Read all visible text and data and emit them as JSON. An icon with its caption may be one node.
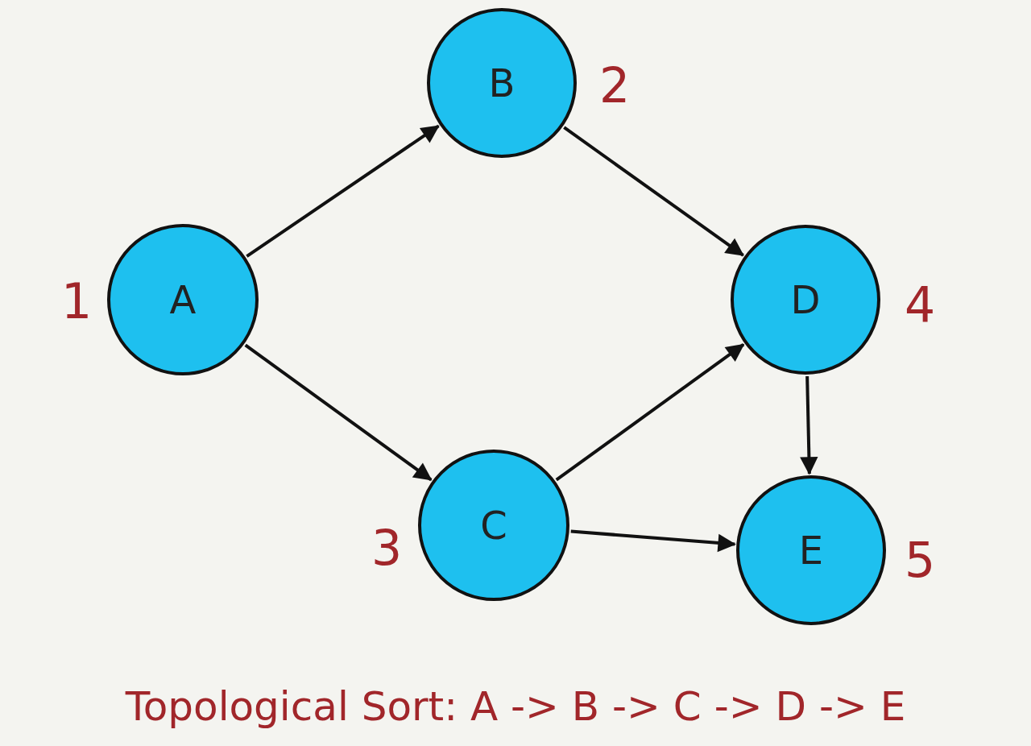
{
  "diagram": {
    "caption": "Topological Sort: A -> B -> C -> D -> E",
    "nodes": [
      {
        "text": [
          "A"
        ],
        "beside": [
          "1"
        ]
      },
      {
        "text": [
          "B"
        ],
        "beside": [
          "2"
        ]
      },
      {
        "text": [
          "C"
        ],
        "beside": [
          "3"
        ]
      },
      {
        "text": [
          "D"
        ],
        "beside": [
          "4"
        ]
      },
      {
        "text": [
          "E"
        ],
        "beside": [
          "5"
        ]
      }
    ],
    "edges": [
      {
        "from": 0,
        "to": 1,
        "arrow": "to"
      },
      {
        "from": 0,
        "to": 2,
        "arrow": "to"
      },
      {
        "from": 1,
        "to": 3,
        "arrow": "to"
      },
      {
        "from": 2,
        "to": 3,
        "arrow": "to"
      },
      {
        "from": 2,
        "to": 4,
        "arrow": "to"
      },
      {
        "from": 3,
        "to": 4,
        "arrow": "to"
      }
    ]
  }
}
